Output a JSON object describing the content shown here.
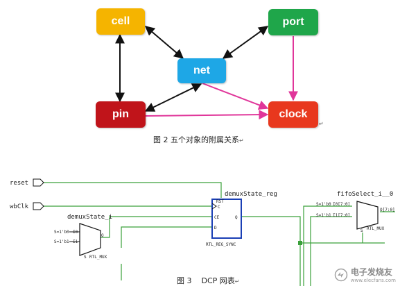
{
  "diagram1": {
    "nodes": {
      "cell": {
        "label": "cell",
        "color": "#f5b400"
      },
      "port": {
        "label": "port",
        "color": "#1fa64a"
      },
      "net": {
        "label": "net",
        "color": "#1ea7e6"
      },
      "pin": {
        "label": "pin",
        "color": "#c0141a"
      },
      "clock": {
        "label": "clock",
        "color": "#e8381e"
      }
    },
    "arrow_colors": {
      "black": "#111111",
      "magenta": "#e0369a"
    },
    "caption": "图 2 五个对象的附属关系",
    "return_mark": "↵"
  },
  "diagram2": {
    "ports": {
      "reset": "reset",
      "wbclk": "wbClk"
    },
    "mux1": {
      "instance": "demuxState_i",
      "in0": "S=1'b0",
      "in0_pin": "I0",
      "in1": "S=1'b1",
      "in1_pin": "I1",
      "out": "O",
      "sel": "S",
      "type": "RTL_MUX"
    },
    "reg": {
      "instance": "demuxState_reg",
      "rst": "RST",
      "clk": "C",
      "ce": "CE",
      "d": "D",
      "q": "Q",
      "type": "RTL_REG_SYNC"
    },
    "mux2": {
      "instance": "fifoSelect_i__0",
      "in0": "S=1'b0",
      "in0_pin": "I0[7:0]",
      "in1": "S=1'b1",
      "in1_pin": "I1[7:0]",
      "out": "O[7:0]",
      "sel": "S",
      "type": "RTL_MUX"
    },
    "wire_color": "#3aa03a",
    "caption": "图 3    DCP 网表",
    "return_mark": "↵"
  },
  "watermark": {
    "title": "电子发烧友",
    "url": "www.elecfans.com"
  }
}
